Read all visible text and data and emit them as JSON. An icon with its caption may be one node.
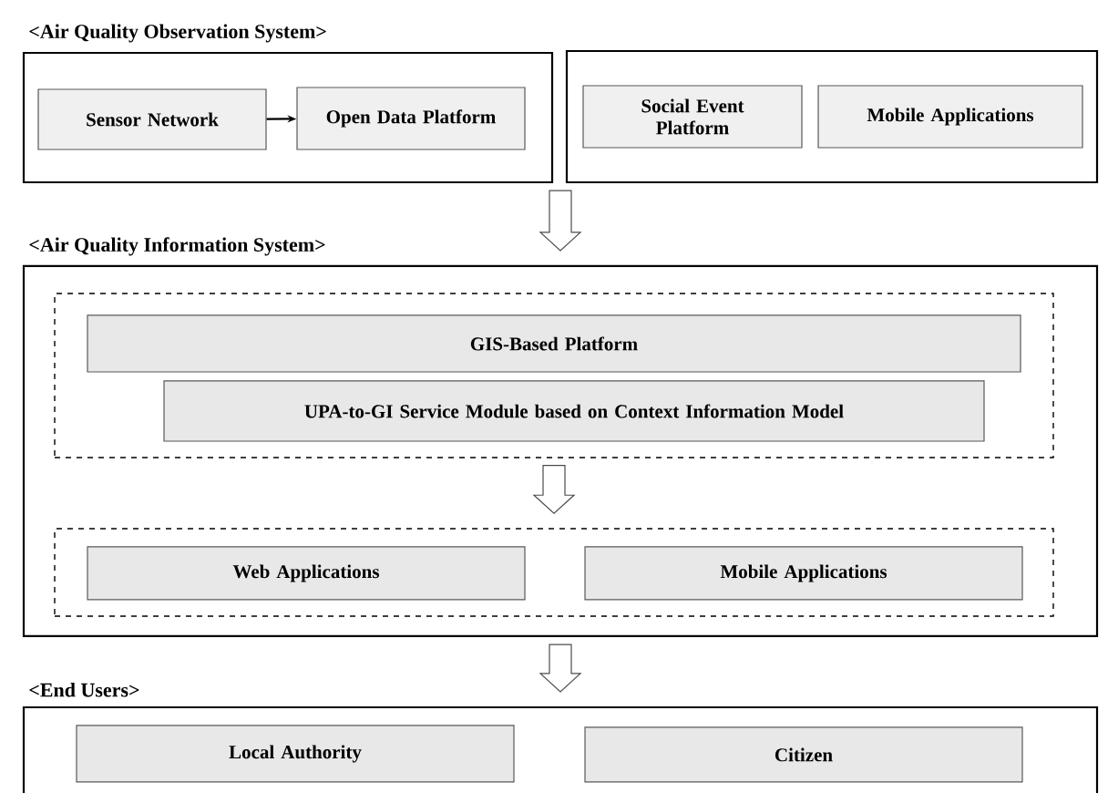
{
  "diagram": {
    "nodes": [
      {
        "text": [
          "<Air Quality Observation System>"
        ]
      },
      {
        "text": [
          "Sensor Network"
        ],
        "in": 0
      },
      {
        "text": [
          "Open Data Platform"
        ],
        "in": 0
      },
      {
        "text": [],
        "shape": "box"
      },
      {
        "text": [
          "Social Event Platform"
        ],
        "in": 3
      },
      {
        "text": [
          "Mobile Applications"
        ],
        "in": 3
      },
      {
        "text": [
          "<Air Quality Information System>"
        ]
      },
      {
        "text": [],
        "shape": "box",
        "in": 6
      },
      {
        "text": [
          "GIS-Based Platform"
        ],
        "in": 7
      },
      {
        "text": [
          "UPA-to-GI Service Module based on Context Information Model"
        ],
        "in": 7
      },
      {
        "text": [],
        "shape": "box",
        "in": 6
      },
      {
        "text": [
          "Web Applications"
        ],
        "in": 10
      },
      {
        "text": [
          "Mobile Applications"
        ],
        "in": 10
      },
      {
        "text": [
          "<End Users>"
        ]
      },
      {
        "text": [
          "Local Authority"
        ],
        "in": 13
      },
      {
        "text": [
          "Citizen"
        ],
        "in": 13
      }
    ],
    "edges": [
      {
        "from": 1,
        "to": 2,
        "arrow": "to"
      },
      {
        "from": 0,
        "to": 6,
        "arrow": "to"
      },
      {
        "from": 3,
        "to": 6,
        "arrow": "to"
      },
      {
        "from": 7,
        "to": 10,
        "arrow": "to"
      },
      {
        "from": 6,
        "to": 13,
        "arrow": "to"
      }
    ]
  }
}
